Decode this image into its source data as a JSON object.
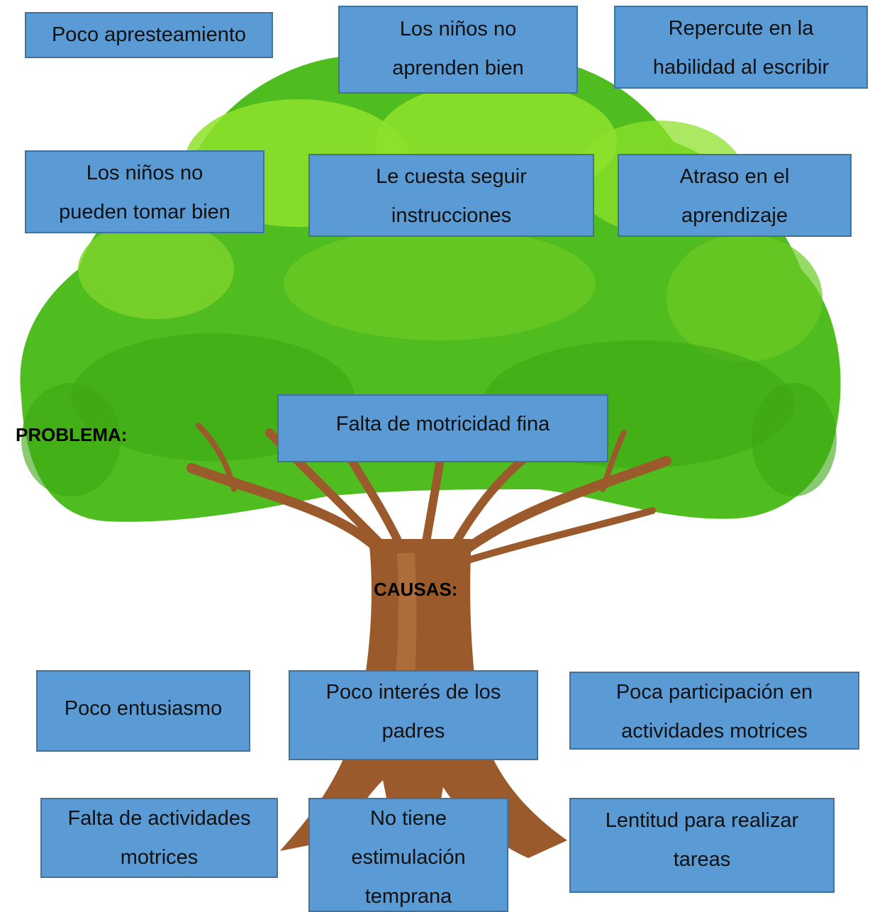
{
  "colors": {
    "box_fill": "#5b9bd5",
    "box_border": "#41719c",
    "foliage": "#4fbd1f",
    "foliage_light": "#8ee22c",
    "trunk": "#9a5a2c"
  },
  "effects": {
    "e1": "Poco apresteamiento",
    "e2": "Los niños no\naprenden bien",
    "e3": "Repercute en la\nhabilidad al escribir",
    "e4": "Los niños no\npueden tomar bien",
    "e5": "Le cuesta seguir\ninstrucciones",
    "e6": "Atraso en el\naprendizaje"
  },
  "problem": {
    "label": "PROBLEMA:",
    "text": "Falta de motricidad fina"
  },
  "causes": {
    "label": "CAUSAS:",
    "c1": "Poco entusiasmo",
    "c2": "Poco interés de los\npadres",
    "c3": "Poca participación en\nactividades motrices",
    "c4": "Falta de actividades\nmotrices",
    "c5": "No tiene\nestimulación\ntemprana",
    "c6": "Lentitud para realizar\ntareas"
  }
}
